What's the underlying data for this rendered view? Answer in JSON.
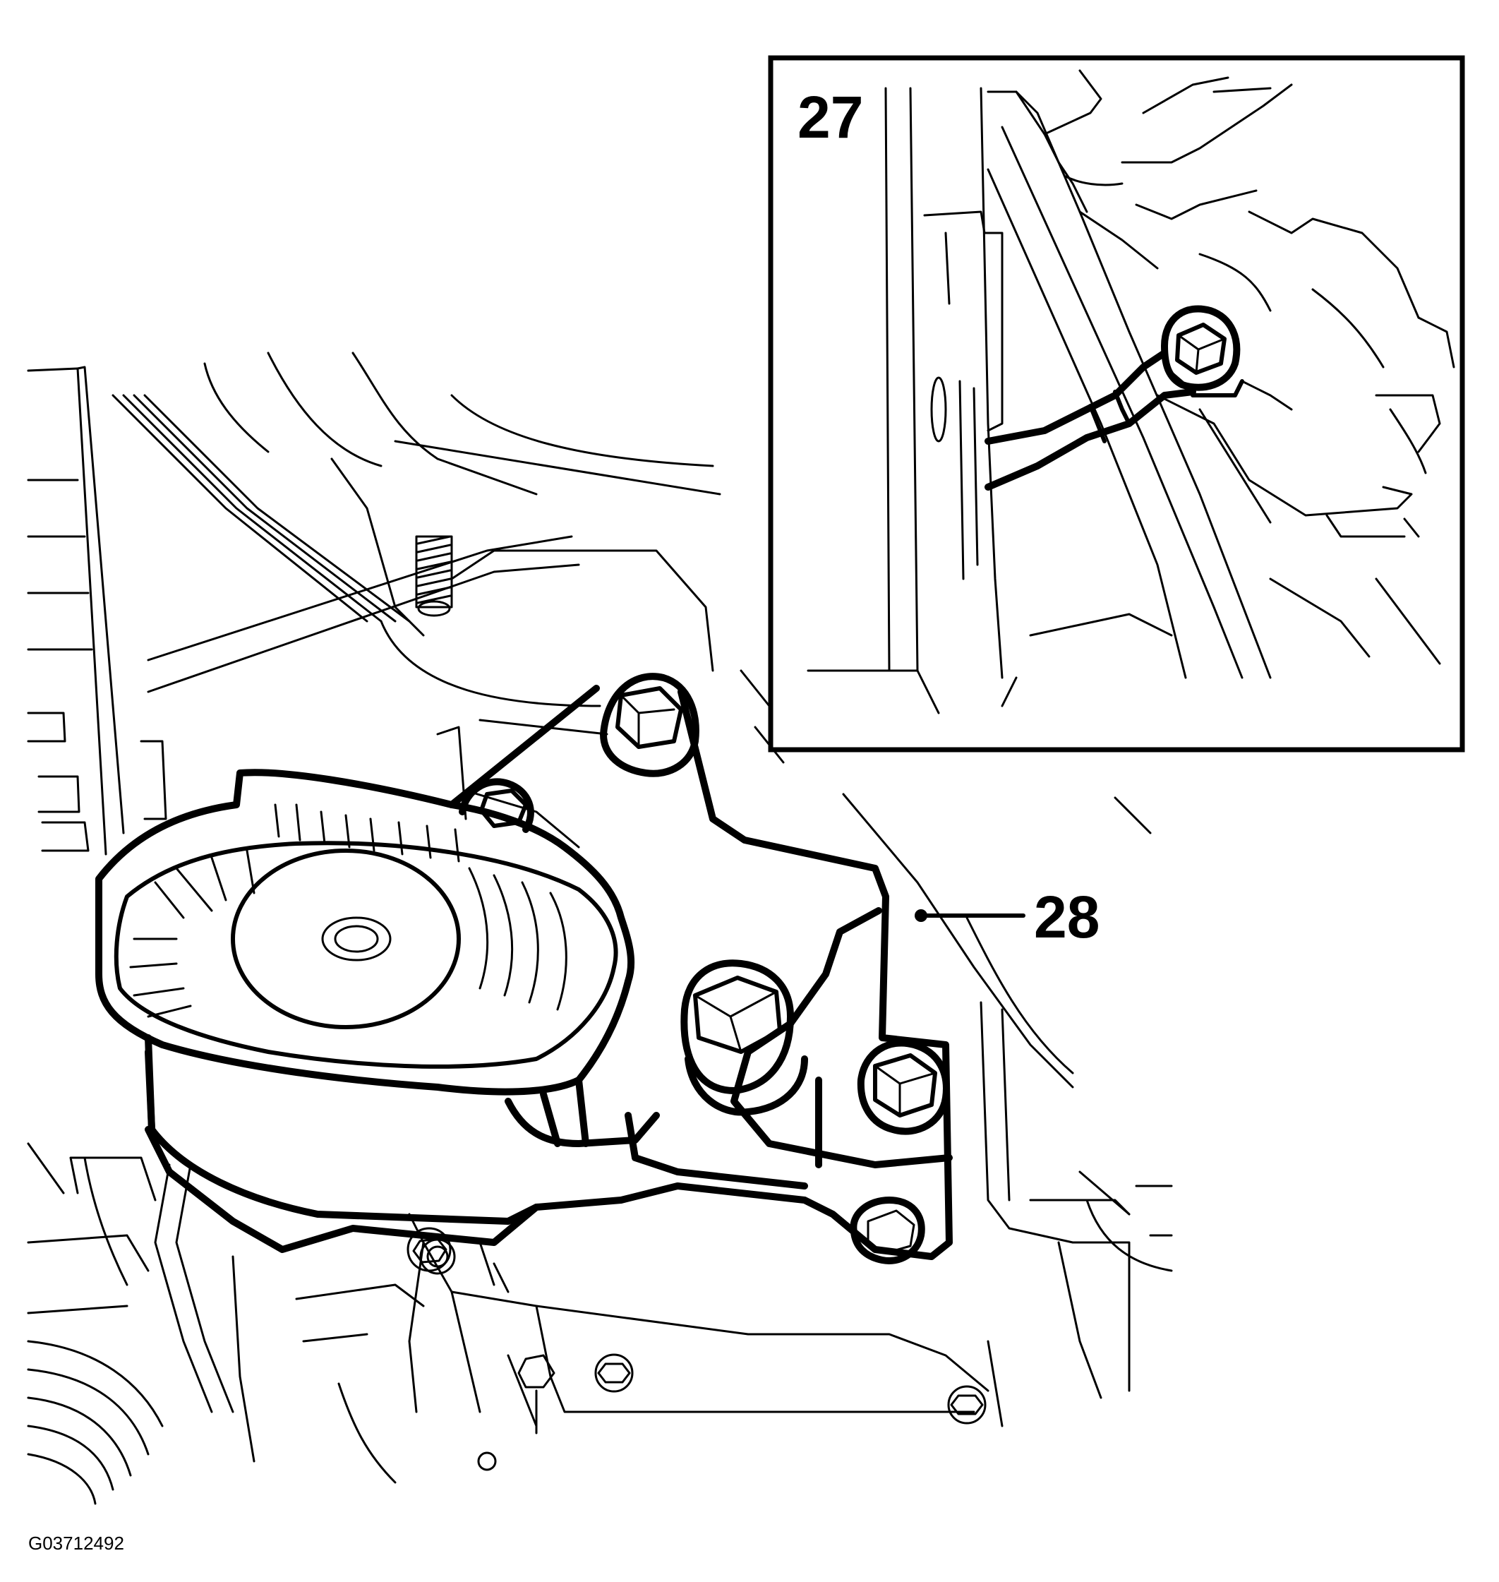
{
  "figure": {
    "code": "G03712492",
    "inset_label": "27",
    "callout_label": "28"
  },
  "colors": {
    "ink": "#000000",
    "paper": "#ffffff"
  }
}
